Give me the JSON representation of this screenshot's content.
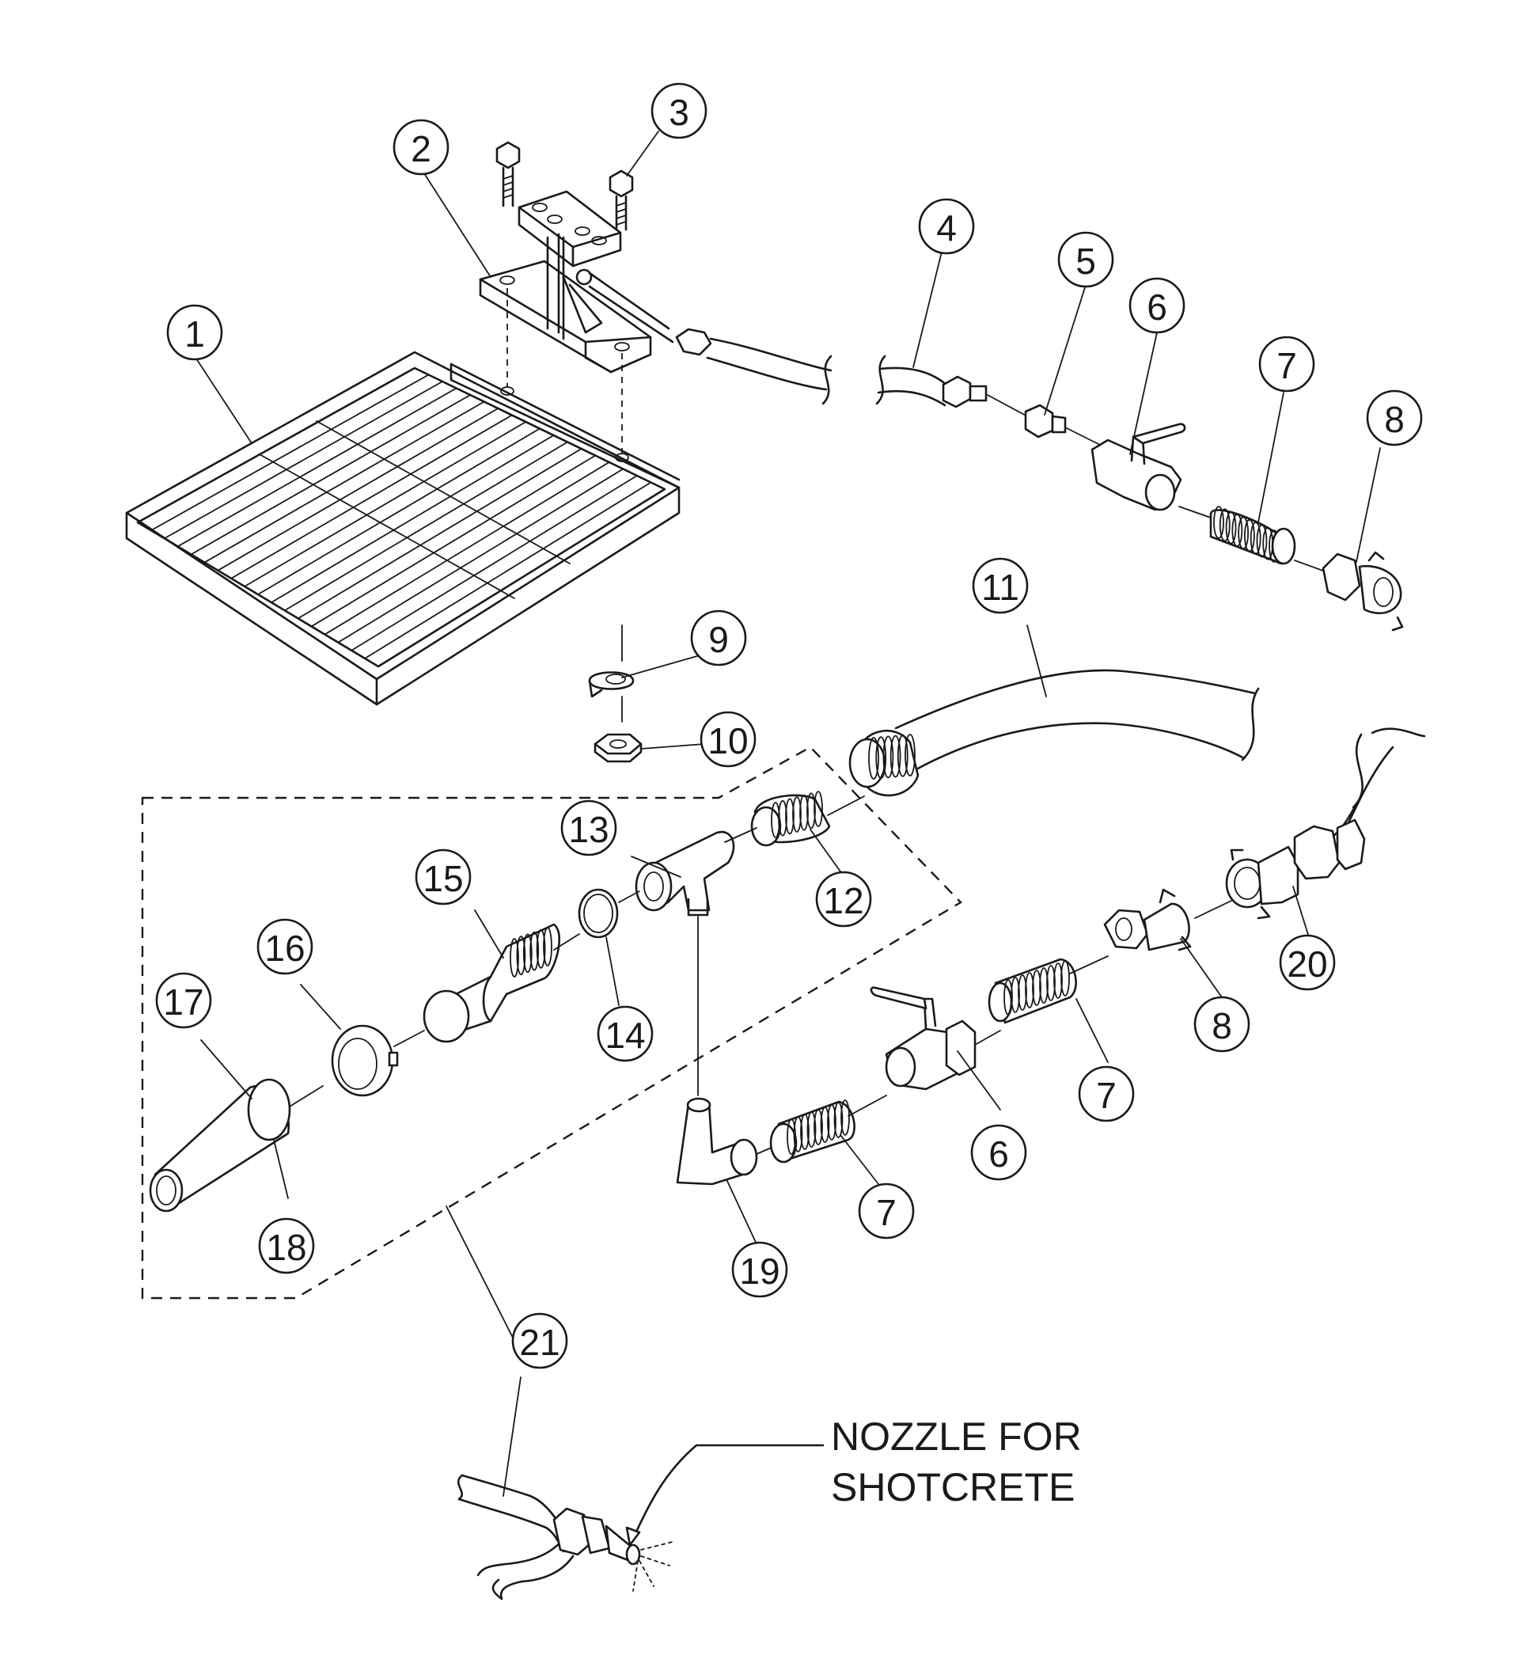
{
  "callouts": [
    {
      "label": "1"
    },
    {
      "label": "2"
    },
    {
      "label": "3"
    },
    {
      "label": "4"
    },
    {
      "label": "5"
    },
    {
      "label": "6"
    },
    {
      "label": "7"
    },
    {
      "label": "8"
    },
    {
      "label": "9"
    },
    {
      "label": "10"
    },
    {
      "label": "11"
    },
    {
      "label": "12"
    },
    {
      "label": "13"
    },
    {
      "label": "14"
    },
    {
      "label": "15"
    },
    {
      "label": "16"
    },
    {
      "label": "17"
    },
    {
      "label": "18"
    },
    {
      "label": "19"
    },
    {
      "label": "6"
    },
    {
      "label": "7"
    },
    {
      "label": "7"
    },
    {
      "label": "8"
    },
    {
      "label": "20"
    },
    {
      "label": "21"
    }
  ],
  "note": {
    "line1": "NOZZLE FOR",
    "line2": "SHOTCRETE"
  }
}
